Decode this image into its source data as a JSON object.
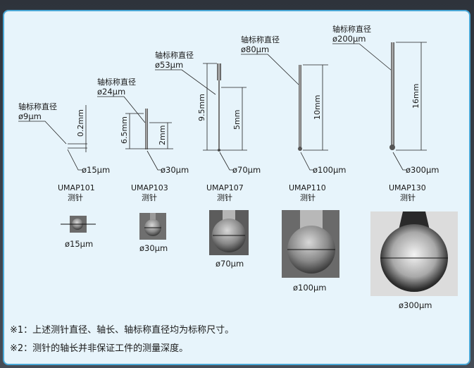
{
  "probes": [
    {
      "name": "UMAP101",
      "type": "测针",
      "shaft_label": "轴标称直径",
      "shaft_dia": "ø9μm",
      "tip_dia": "ø15μm",
      "ball_dia": "ø15μm",
      "dims": [
        "0.2mm"
      ]
    },
    {
      "name": "UMAP103",
      "type": "测针",
      "shaft_label": "轴标称直径",
      "shaft_dia": "ø24μm",
      "tip_dia": "ø30μm",
      "ball_dia": "ø30μm",
      "dims": [
        "6.5mm",
        "2mm"
      ]
    },
    {
      "name": "UMAP107",
      "type": "测针",
      "shaft_label": "轴标称直径",
      "shaft_dia": "ø53μm",
      "tip_dia": "ø70μm",
      "ball_dia": "ø70μm",
      "dims": [
        "9.5mm",
        "5mm"
      ]
    },
    {
      "name": "UMAP110",
      "type": "测针",
      "shaft_label": "轴标称直径",
      "shaft_dia": "ø80μm",
      "tip_dia": "ø100μm",
      "ball_dia": "ø100μm",
      "dims": [
        "10mm"
      ]
    },
    {
      "name": "UMAP130",
      "type": "测针",
      "shaft_label": "轴标称直径",
      "shaft_dia": "ø200μm",
      "tip_dia": "ø300μm",
      "ball_dia": "ø300μm",
      "dims": [
        "16mm"
      ]
    }
  ],
  "notes": [
    "※1：上述测针直径、轴长、轴标称直径均为标称尺寸。",
    "※2：测针的轴长并非保证工件的测量深度。"
  ]
}
